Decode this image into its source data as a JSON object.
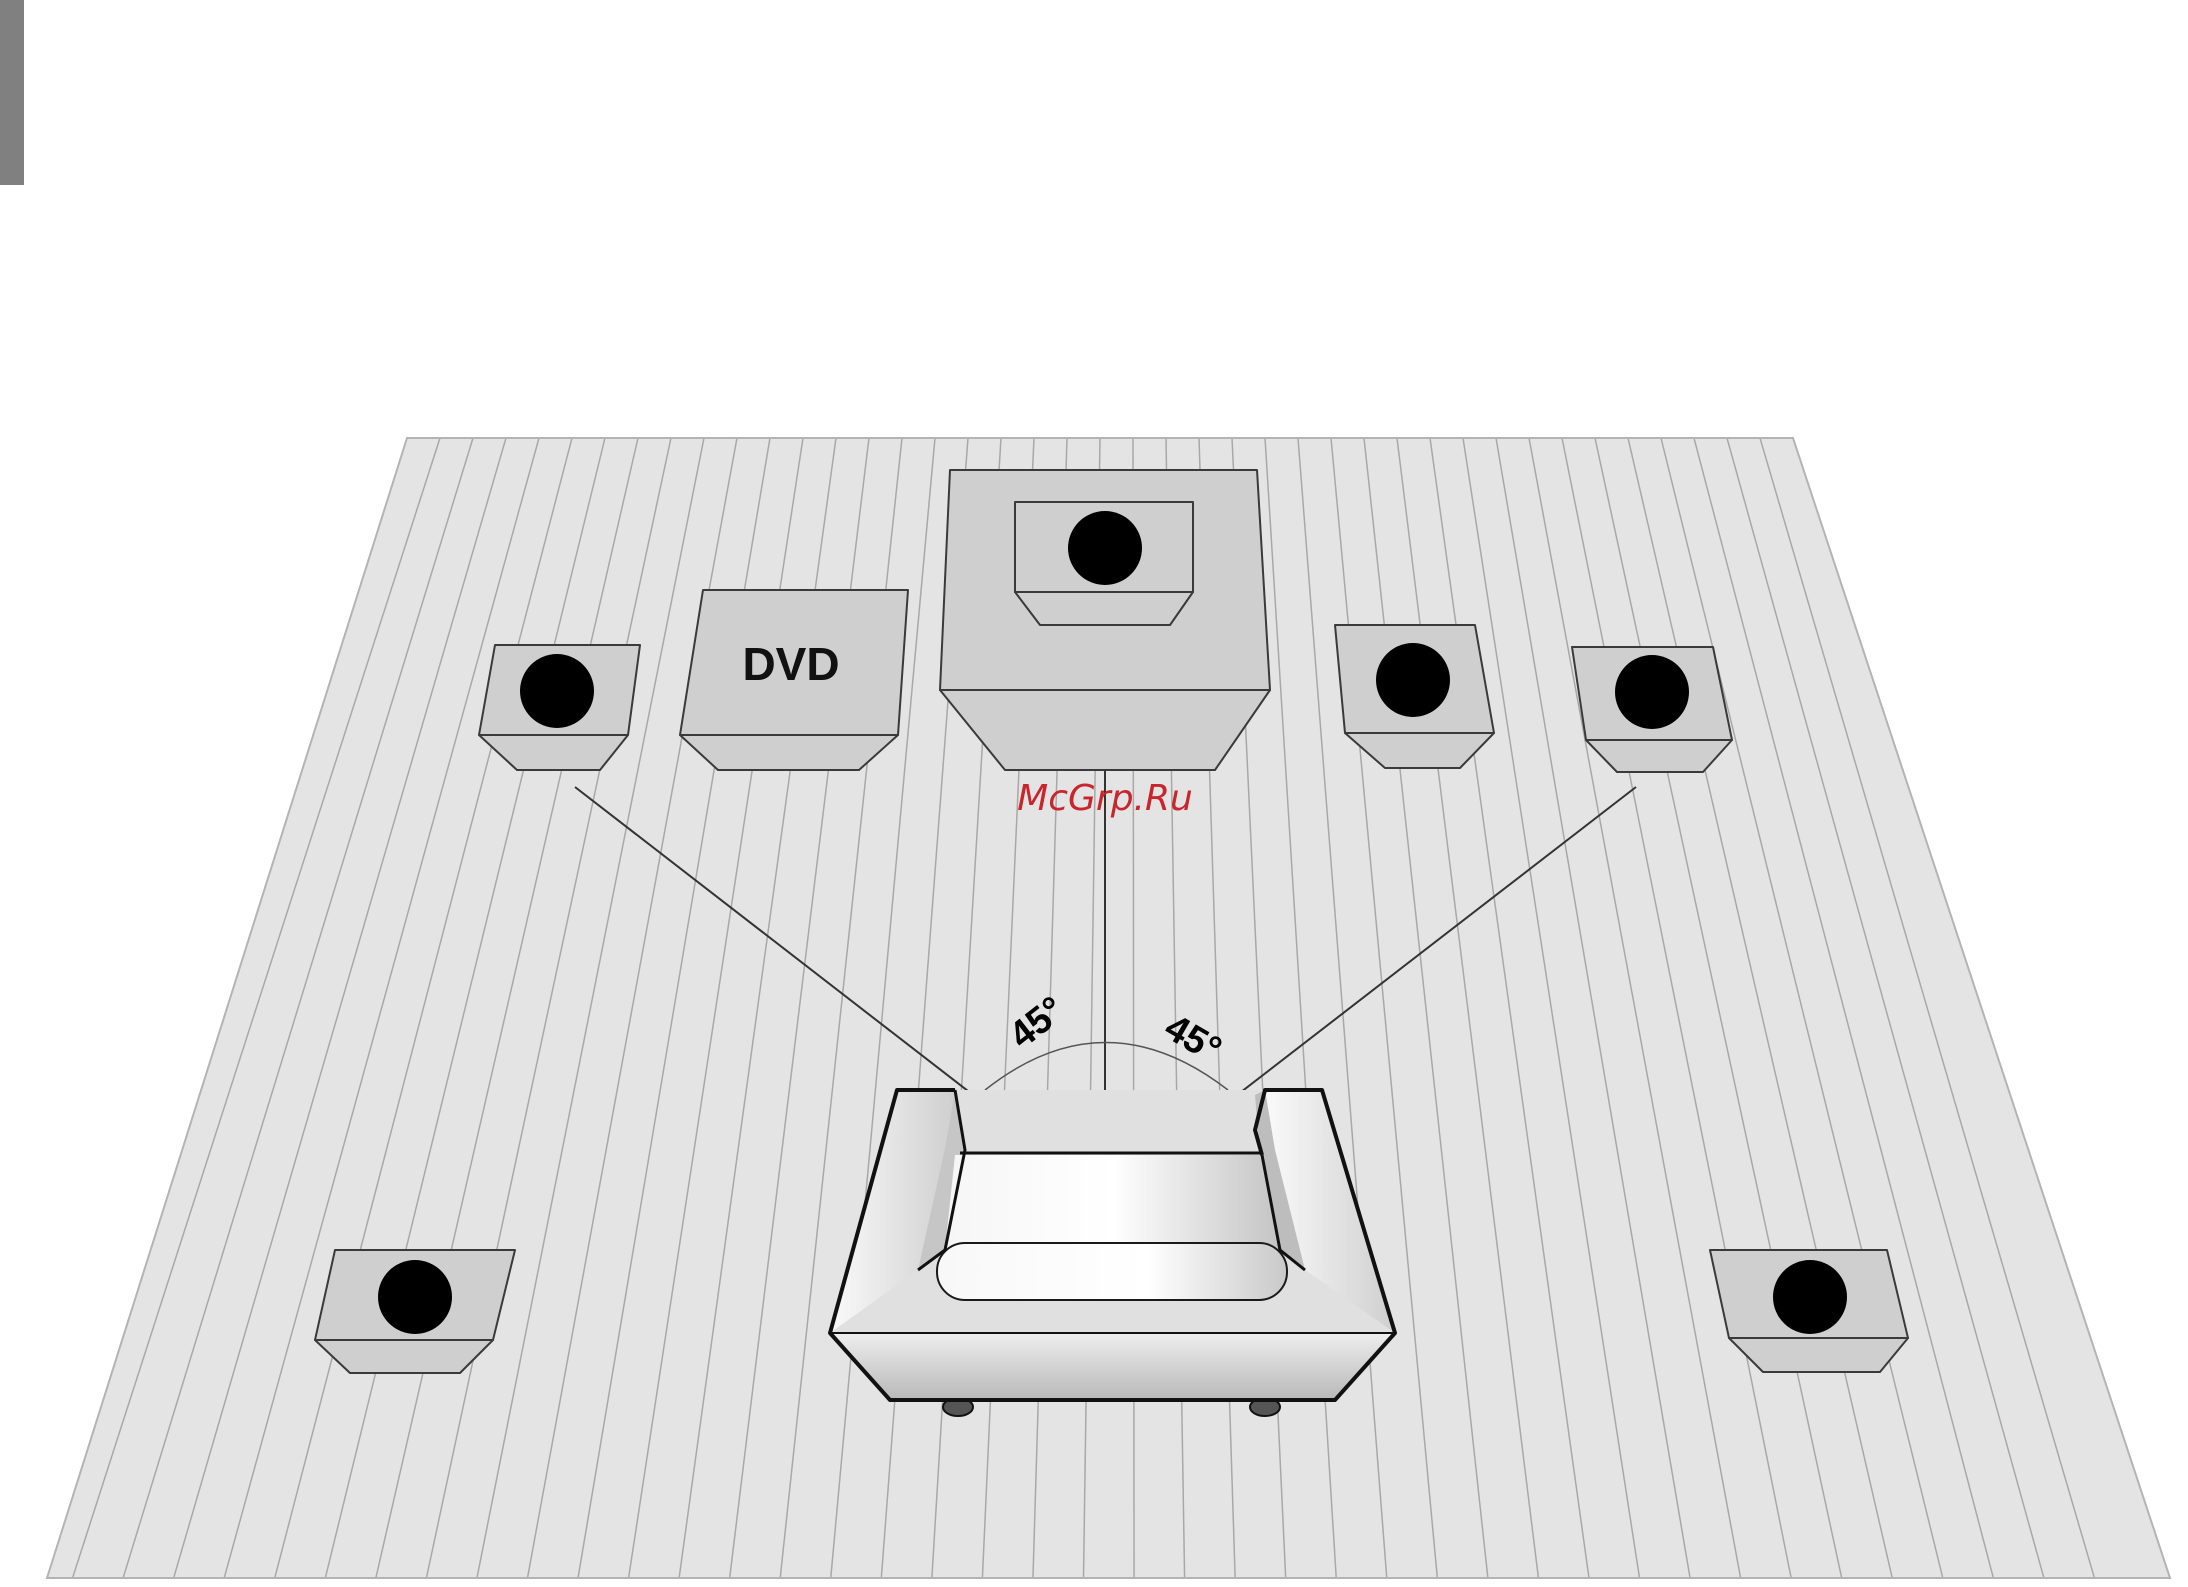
{
  "colors": {
    "floor": "#e4e4e4",
    "floor_lines": "#a8a8a8",
    "floor_border": "#b4b4b4",
    "speaker_body": "#cfcfcf",
    "speaker_outline": "#3a3a3a",
    "woofer": "#000000",
    "sight_lines": "#333333",
    "sofa_outline": "#1a1a1a",
    "side_bar": "#808080",
    "watermark": "#c8262c"
  },
  "labels": {
    "dvd": "DVD",
    "angle_left": "45°",
    "angle_right": "45°",
    "watermark": "McGrp.Ru"
  },
  "icons": {
    "speaker": "speaker-icon",
    "subwoofer": "subwoofer-icon",
    "dvd_player": "dvd-player-icon",
    "sofa": "sofa-icon"
  }
}
